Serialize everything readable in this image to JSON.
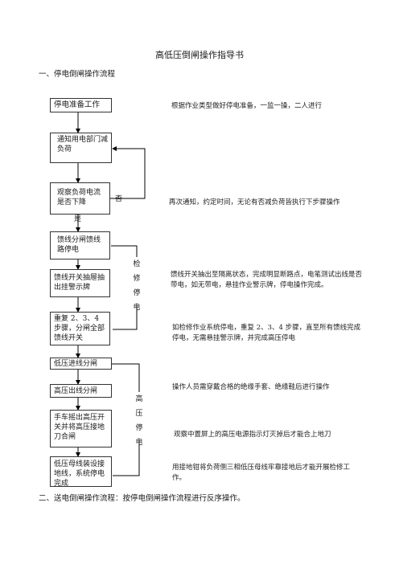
{
  "title": "高低压倒闸操作指导书",
  "section1": "一、停电倒闸操作流程",
  "section2": "二、送电倒闸操作流程：按停电倒闸操作流程进行反序操作。",
  "steps": [
    "停电准备工作",
    "通知用电部门减负荷",
    "观察负荷电流是否下降",
    "馈线分闸馈线路停电",
    "馈线开关抽屉抽出挂警示牌",
    "重复 2、3、4 步骤，分闸全部馈线开关",
    "低压进线分闸",
    "高压出线分闸",
    "手车摇出高压开关并将高压接地刀合闸",
    "低压母线装设接地线，系统停电完成"
  ],
  "branch": {
    "no": "否",
    "yes": "是"
  },
  "groups": {
    "maintenance": "检修停电",
    "high_voltage": "高压停电"
  },
  "notes": [
    "根据作业类型做好停电准备，一监一操，二人进行",
    "再次通知，约定时间，无论有否减负荷皆执行下步骤操作",
    "馈线开关抽出至隔离状态，完成明显断路点，电笔测试出线是否带电，如无带电，悬挂作业警示牌，停电操作完成。",
    "如检修作业系统停电，重复 2、3、4 步骤，直至所有馈线完成停电，无需悬挂警示牌，并完成高压停电",
    "操作人员需穿戴合格的绝缘手套、绝缘鞋后进行操作",
    "观察中置屏上的高压电源指示灯灭掉后才能合上地刀",
    "用接地钳将负荷侧三相低压母线牢靠接地后才能开展检修工作。"
  ]
}
